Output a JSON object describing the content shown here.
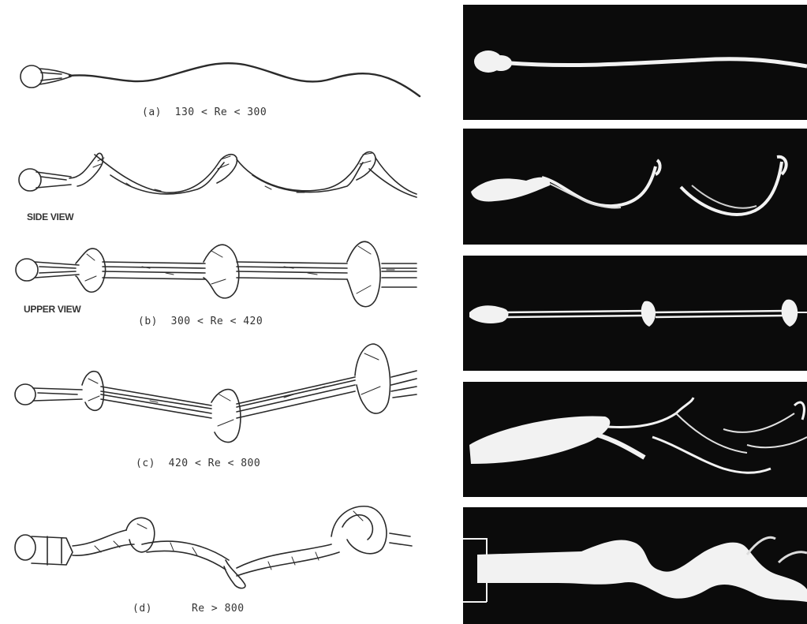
{
  "captions": {
    "a": "(a)  130 < Re < 300",
    "b": "(b)  300 < Re < 420",
    "c": "(c)  420 < Re < 800",
    "d": "(d)      Re > 800"
  },
  "view_labels": {
    "side": "SIDE VIEW",
    "upper": "UPPER VIEW"
  },
  "colors": {
    "ink": "#2a2a2a",
    "photo_background": "#0b0b0b",
    "smoke": "#f2f2f2"
  }
}
